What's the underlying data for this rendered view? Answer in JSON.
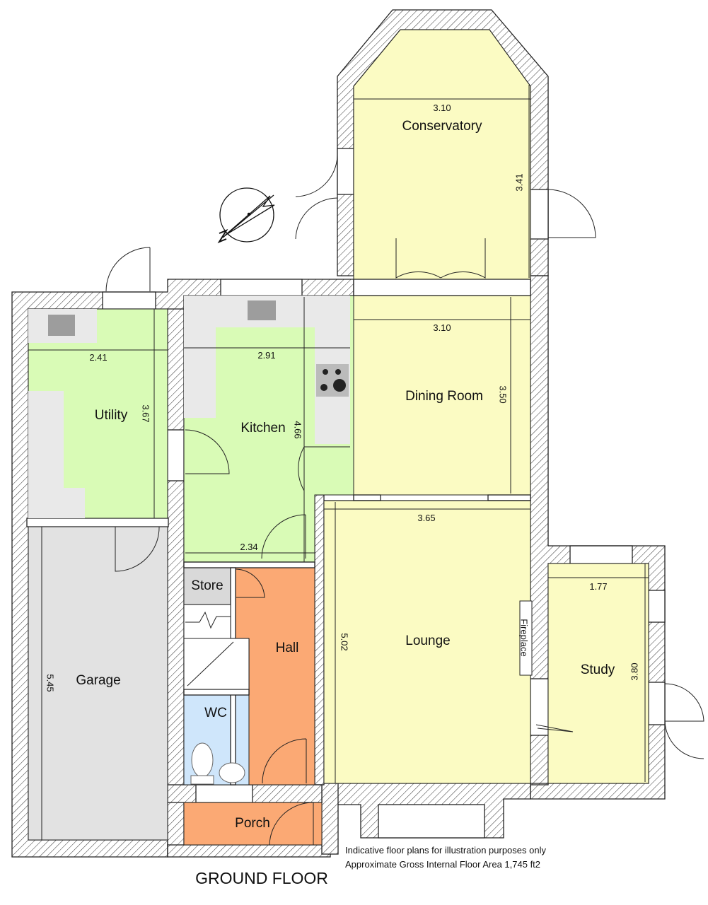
{
  "plan_title": "GROUND FLOOR",
  "notes": [
    "Indicative floor plans for illustration purposes only",
    "Approximate Gross Internal Floor Area 1,745 ft2"
  ],
  "rooms": {
    "conservatory": {
      "name": "Conservatory",
      "width": "3.10",
      "depth": "3.41",
      "color": "#fbfbc3"
    },
    "dining_room": {
      "name": "Dining Room",
      "width": "3.10",
      "depth": "3.50",
      "color": "#fbfbc3"
    },
    "kitchen": {
      "name": "Kitchen",
      "width": "2.91",
      "width_lower": "2.34",
      "depth": "4.66",
      "color": "#d9fbb6"
    },
    "utility": {
      "name": "Utility",
      "width": "2.41",
      "depth": "3.67",
      "color": "#d9fbb6"
    },
    "lounge": {
      "name": "Lounge",
      "width": "3.65",
      "depth": "5.02",
      "color": "#fbfbc3"
    },
    "study": {
      "name": "Study",
      "width": "1.77",
      "depth": "3.80",
      "color": "#fbfbc3"
    },
    "garage": {
      "name": "Garage",
      "depth": "5.45",
      "color": "#e2e2e2"
    },
    "hall": {
      "name": "Hall",
      "color": "#fba974"
    },
    "store": {
      "name": "Store",
      "color": "#d9d9d9"
    },
    "wc": {
      "name": "WC",
      "color": "#cfe6fb"
    },
    "porch": {
      "name": "Porch",
      "color": "#fba974"
    }
  },
  "fireplace_label": "Fireplace",
  "compass_icon": "north-arrow-icon"
}
